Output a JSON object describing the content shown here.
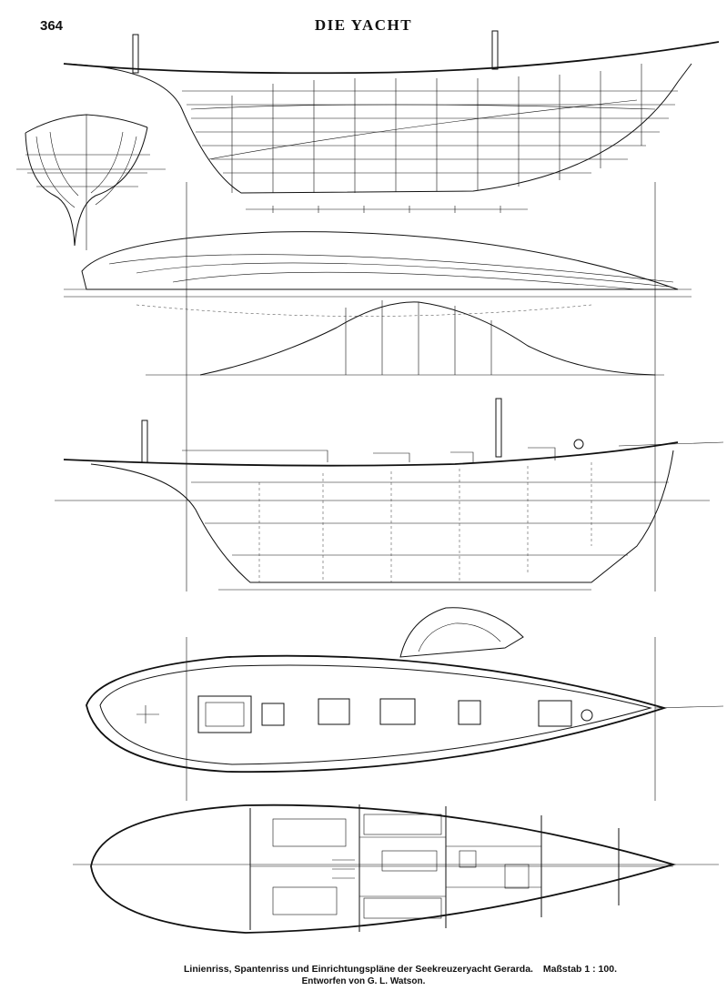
{
  "page": {
    "number": "364",
    "running_head": "DIE YACHT"
  },
  "caption": {
    "title": "Linienriss, Spantenriss und Einrichtungspläne der Seekreuzeryacht Gerarda.",
    "scale": "Maßstab 1 : 100.",
    "credit": "Entworfen von G. L. Watson."
  }
}
